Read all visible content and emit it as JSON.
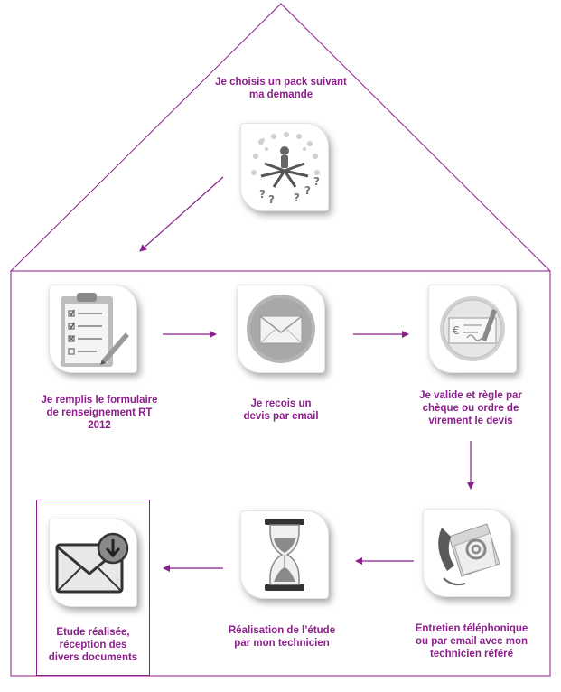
{
  "steps": [
    {
      "id": "choose-pack",
      "lines": [
        "Je choisis un pack suivant",
        "ma demande"
      ],
      "icon": "choice-arrows-icon"
    },
    {
      "id": "fill-form",
      "lines": [
        "Je remplis le formulaire",
        "de renseignement RT",
        "2012"
      ],
      "icon": "clipboard-checklist-icon"
    },
    {
      "id": "receive-quote",
      "lines": [
        "Je recois un",
        "devis par email"
      ],
      "icon": "envelope-icon"
    },
    {
      "id": "validate-pay",
      "lines": [
        "Je valide et règle par",
        "chèque ou ordre de",
        "virement le devis"
      ],
      "icon": "cheque-icon"
    },
    {
      "id": "phone-email",
      "lines": [
        "Entretien téléphonique",
        "ou par email avec mon",
        "technicien référé"
      ],
      "icon": "phone-email-icon"
    },
    {
      "id": "study",
      "lines": [
        "Réalisation de l’étude",
        "par mon technicien"
      ],
      "icon": "hourglass-icon"
    },
    {
      "id": "delivery",
      "lines": [
        "Etude réalisée,",
        "réception des",
        "divers documents"
      ],
      "icon": "mail-download-icon"
    }
  ],
  "colors": {
    "accent": "#8b1f8b",
    "icon_gray": "#8a8a8a"
  }
}
